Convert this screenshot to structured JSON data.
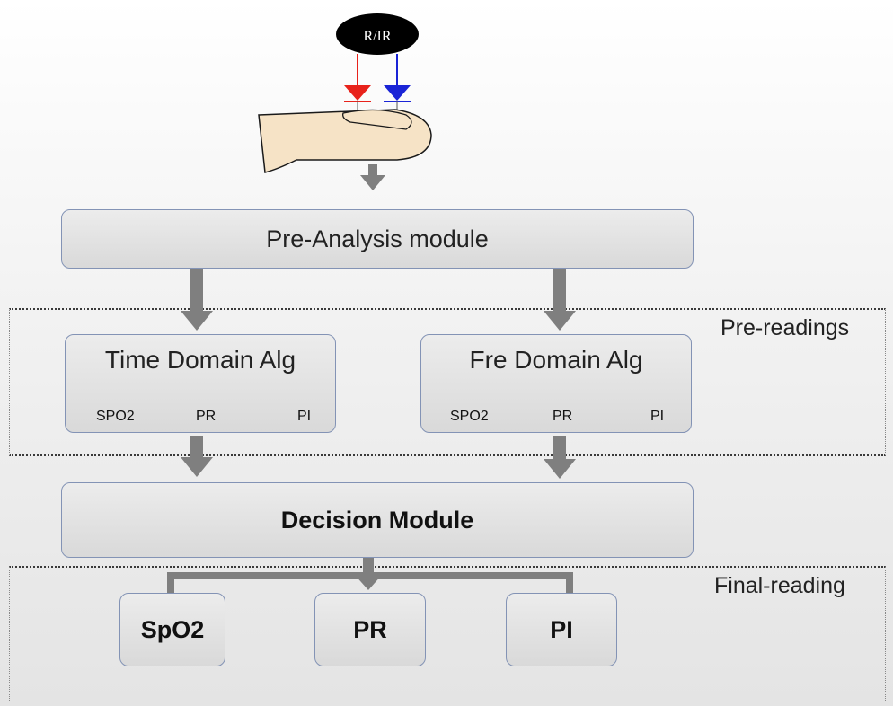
{
  "source_label": "R/IR",
  "pre_analysis": {
    "label": "Pre-Analysis module"
  },
  "zones": {
    "pre_readings": "Pre-readings",
    "final_reading": "Final-reading"
  },
  "time_alg": {
    "title": "Time Domain Alg",
    "items": [
      "SPO2",
      "PR",
      "PI"
    ]
  },
  "fre_alg": {
    "title": "Fre Domain Alg",
    "items": [
      "SPO2",
      "PR",
      "PI"
    ]
  },
  "decision": {
    "label": "Decision Module"
  },
  "outputs": [
    "SpO2",
    "PR",
    "PI"
  ],
  "colors": {
    "red_led": "#e8221b",
    "blue_led": "#1a24d6",
    "box_border": "#8393b5",
    "arrow": "#7f7f7f"
  }
}
